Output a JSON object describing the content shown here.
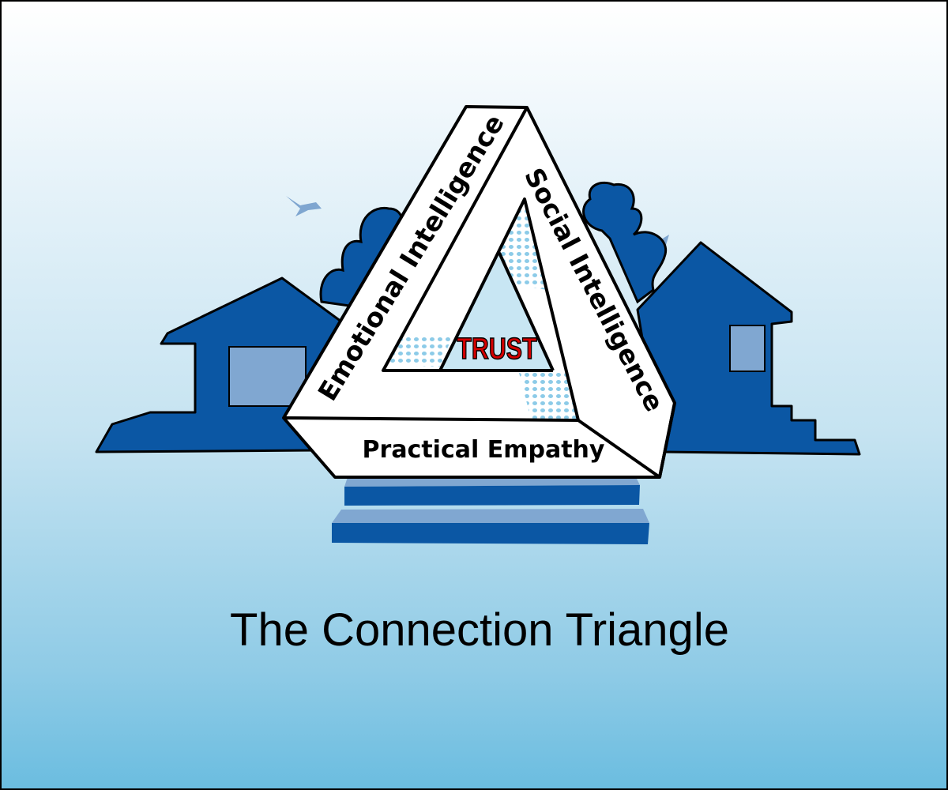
{
  "diagram": {
    "title": "The Connection Triangle",
    "sides": {
      "left": "Emotional Intelligence",
      "right": "Social Intelligence",
      "bottom": "Practical Empathy"
    },
    "center": "TRUST"
  },
  "colors": {
    "house": "#0b57a4",
    "window": "#80a7d1",
    "step_top": "#80a7d1",
    "dots": "#8ccbe8",
    "trust": "#d40000"
  }
}
